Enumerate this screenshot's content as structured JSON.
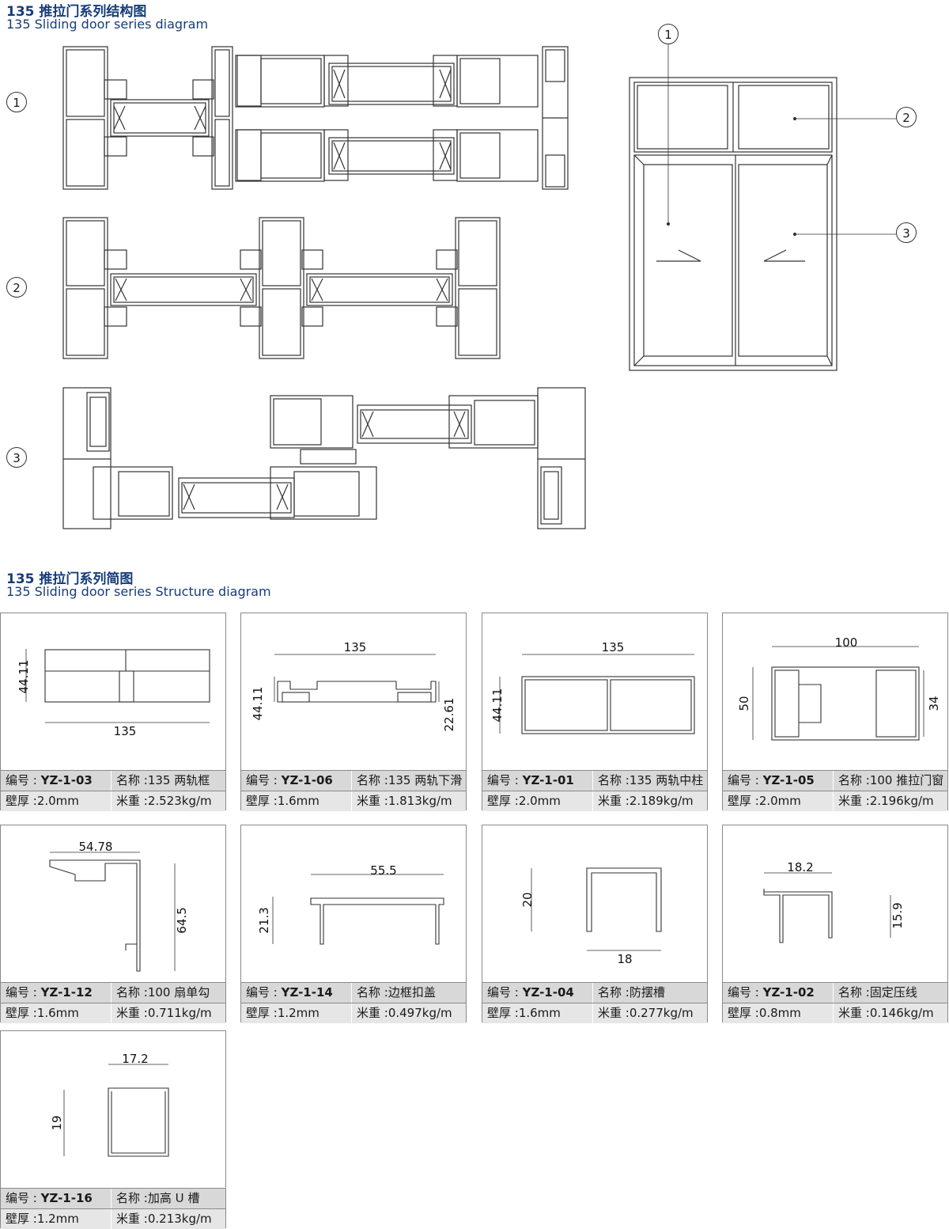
{
  "section1": {
    "title_cn": "135 推拉门系列结构图",
    "title_en": "135 Sliding door series diagram",
    "markers": [
      "1",
      "2",
      "3"
    ],
    "elevation_markers": [
      "1",
      "2",
      "3"
    ]
  },
  "section2": {
    "title_cn": "135 推拉门系列简图",
    "title_en": "135 Sliding door series Structure diagram"
  },
  "labels": {
    "code": "编号 : ",
    "name": "名称 :",
    "wall": "壁厚 :",
    "weight": "米重 :"
  },
  "profiles": [
    {
      "code": "YZ-1-03",
      "name": "135 两轨框",
      "wall": "2.0mm",
      "weight": "2.523kg/m",
      "dims": [
        "44.11",
        "135"
      ]
    },
    {
      "code": "YZ-1-06",
      "name": "135 两轨下滑",
      "wall": "1.6mm",
      "weight": "1.813kg/m",
      "dims": [
        "135",
        "44.11",
        "22.61"
      ]
    },
    {
      "code": "YZ-1-01",
      "name": "135 两轨中柱",
      "wall": "2.0mm",
      "weight": "2.189kg/m",
      "dims": [
        "135",
        "44.11"
      ]
    },
    {
      "code": "YZ-1-05",
      "name": "100 推拉门窗",
      "wall": "2.0mm",
      "weight": "2.196kg/m",
      "dims": [
        "100",
        "50",
        "34"
      ]
    },
    {
      "code": "YZ-1-12",
      "name": "100 扇单勾",
      "wall": "1.6mm",
      "weight": "0.711kg/m",
      "dims": [
        "54.78",
        "64.5"
      ]
    },
    {
      "code": "YZ-1-14",
      "name": "边框扣盖",
      "wall": "1.2mm",
      "weight": "0.497kg/m",
      "dims": [
        "55.5",
        "21.3"
      ]
    },
    {
      "code": "YZ-1-04",
      "name": "防摆槽",
      "wall": "1.6mm",
      "weight": "0.277kg/m",
      "dims": [
        "20",
        "18"
      ]
    },
    {
      "code": "YZ-1-02",
      "name": "固定压线",
      "wall": "0.8mm",
      "weight": "0.146kg/m",
      "dims": [
        "18.2",
        "15.9"
      ]
    },
    {
      "code": "YZ-1-16",
      "name": "加高 U 槽",
      "wall": "1.2mm",
      "weight": "0.213kg/m",
      "dims": [
        "17.2",
        "19"
      ]
    }
  ]
}
